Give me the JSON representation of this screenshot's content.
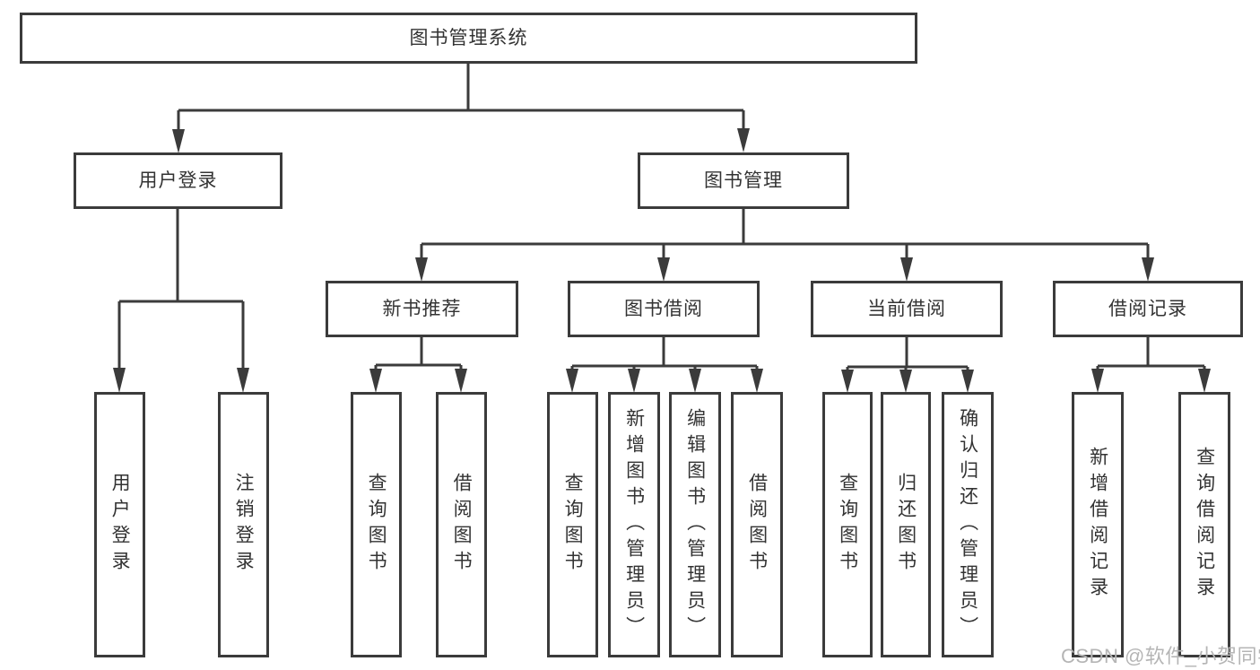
{
  "diagram": {
    "title": "图书管理系统",
    "level2": {
      "userLogin": "用户登录",
      "bookMgmt": "图书管理"
    },
    "level3": {
      "newBookRec": "新书推荐",
      "bookBorrow": "图书借阅",
      "currentBorrow": "当前借阅",
      "borrowRecord": "借阅记录"
    },
    "leaves": {
      "userLogin": "用户登录",
      "logout": "注销登录",
      "queryBooks1": "查询图书",
      "borrowBooks1": "借阅图书",
      "queryBooks2": "查询图书",
      "addBooks": "新增图书（管理员）",
      "editBooks": "编辑图书（管理员）",
      "borrowBooks2": "借阅图书",
      "queryBooks3": "查询图书",
      "returnBooks": "归还图书",
      "confirmReturn": "确认归还（管理员）",
      "addBorrowRecord": "新增借阅记录",
      "queryBorrowRecord": "查询借阅记录"
    },
    "watermark": "CSDN @软件_小贺同学",
    "colors": {
      "line": "#3b3b3b",
      "text": "#333333",
      "watermark": "#b5b5b5",
      "background": "#ffffff"
    }
  }
}
